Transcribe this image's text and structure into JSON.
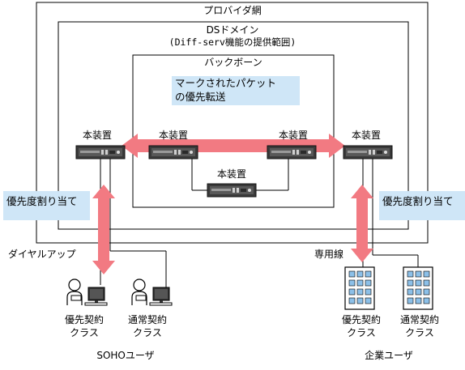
{
  "regions": {
    "provider_network": "プロバイダ網",
    "ds_domain_line1": "DSドメイン",
    "ds_domain_line2": "(Diff-serv機能の提供範囲)",
    "backbone": "バックボーン"
  },
  "callouts": {
    "marked_packet_line1": "マークされたパケット",
    "marked_packet_line2": "の優先転送",
    "priority_left": "優先度割り当て",
    "priority_right": "優先度割り当て"
  },
  "devices": {
    "edge_left": "本装置",
    "core_left": "本装置",
    "core_right": "本装置",
    "edge_right": "本装置",
    "core_bottom": "本装置"
  },
  "links": {
    "dialup": "ダイヤルアップ",
    "leased_line": "専用線"
  },
  "clients": {
    "soho_priority_line1": "優先契約",
    "soho_priority_line2": "クラス",
    "soho_normal_line1": "通常契約",
    "soho_normal_line2": "クラス",
    "corp_priority_line1": "優先契約",
    "corp_priority_line2": "クラス",
    "corp_normal_line1": "通常契約",
    "corp_normal_line2": "クラス"
  },
  "groups": {
    "soho": "SOHOユーザ",
    "enterprise": "企業ユーザ"
  },
  "colors": {
    "arrow": "#f27a82",
    "callout_bg": "#cfe6f7",
    "building_window": "#8cc0e8"
  }
}
